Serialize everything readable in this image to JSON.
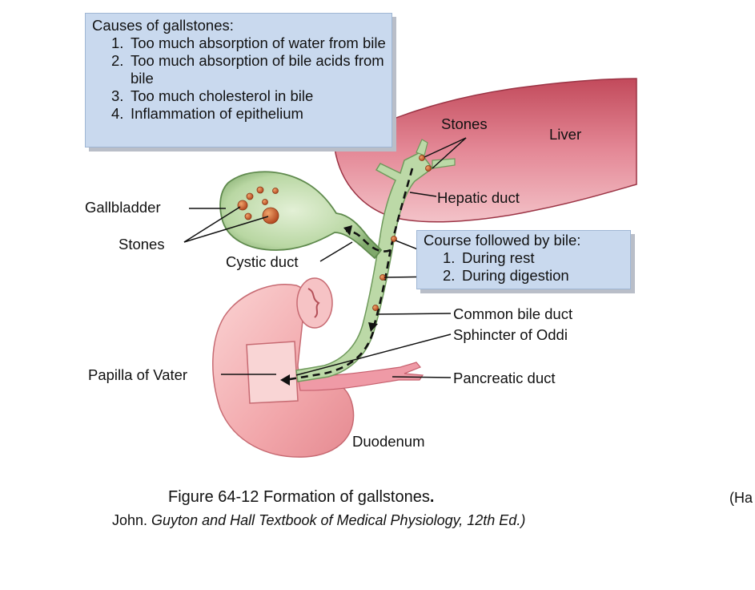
{
  "causes": {
    "title": "Causes of gallstones:",
    "items": [
      {
        "num": "1.",
        "text": "Too much absorption of water from bile"
      },
      {
        "num": "2.",
        "text": "Too much absorption of bile acids from bile"
      },
      {
        "num": "3.",
        "text": "Too much cholesterol in bile"
      },
      {
        "num": "4.",
        "text": "Inflammation of epithelium"
      }
    ]
  },
  "course": {
    "title": "Course followed by bile:",
    "items": [
      {
        "num": "1.",
        "text": "During rest"
      },
      {
        "num": "2.",
        "text": "During digestion"
      }
    ]
  },
  "labels": {
    "stones_liver": "Stones",
    "liver": "Liver",
    "hepatic_duct": "Hepatic duct",
    "gallbladder": "Gallbladder",
    "stones_gallbladder": "Stones",
    "cystic_duct": "Cystic duct",
    "common_bile_duct": "Common bile duct",
    "sphincter_of_oddi": "Sphincter of Oddi",
    "papilla_of_vater": "Papilla of Vater",
    "pancreatic_duct": "Pancreatic duct",
    "duodenum": "Duodenum"
  },
  "caption": {
    "title": "Figure 64-12 Formation of gallstones",
    "title_end": ".",
    "right_fragment": "(Ha",
    "source_prefix": "John. ",
    "source_book": "Guyton and Hall Textbook of Medical Physiology, 12th Ed.)"
  },
  "colors": {
    "box_fill": "#c9d9ee",
    "liver": "#d9707d",
    "duct": "#b8d9a4",
    "stone": "#c8582c",
    "duodenum": "#f4b8ba"
  }
}
